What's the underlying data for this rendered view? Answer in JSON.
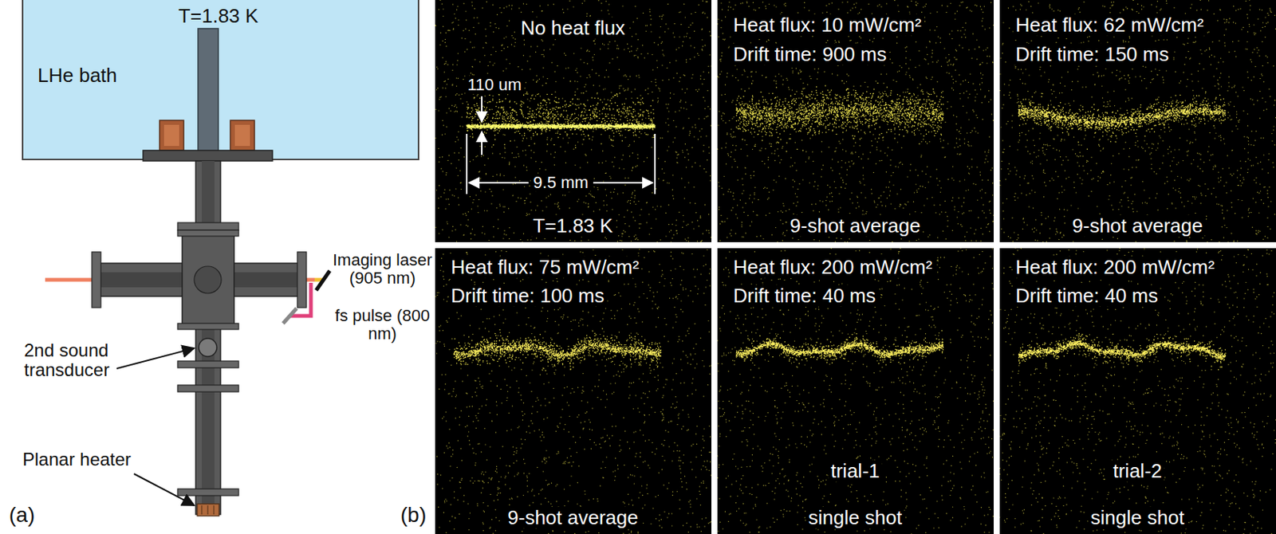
{
  "diagram": {
    "nodes": [
      {
        "text": [
          "T=1.83 K",
          "LHe bath"
        ]
      },
      {
        "text": [
          "No heat flux",
          "110 um",
          "9.5 mm",
          "T=1.83 K"
        ]
      },
      {
        "text": [
          "Heat flux: 10 mW/cm²",
          "Drift time: 900 ms",
          "9-shot average"
        ]
      },
      {
        "text": [
          "Heat flux: 62 mW/cm²",
          "Drift time: 150 ms",
          "9-shot average"
        ]
      },
      {
        "text": [
          "Heat flux: 75 mW/cm²",
          "Drift time: 100 ms",
          "9-shot average"
        ]
      },
      {
        "text": [
          "Heat flux: 200 mW/cm²",
          "Drift time: 40 ms",
          "trial-1",
          "single shot"
        ]
      },
      {
        "text": [
          "Heat flux: 200 mW/cm²",
          "Drift time: 40 ms",
          "trial-2",
          "single shot"
        ]
      }
    ],
    "labels": [
      "2nd sound transducer",
      "Planar heater",
      "Imaging laser (905 nm)",
      "fs pulse (800 nm)",
      "(a)",
      "(b)"
    ]
  }
}
